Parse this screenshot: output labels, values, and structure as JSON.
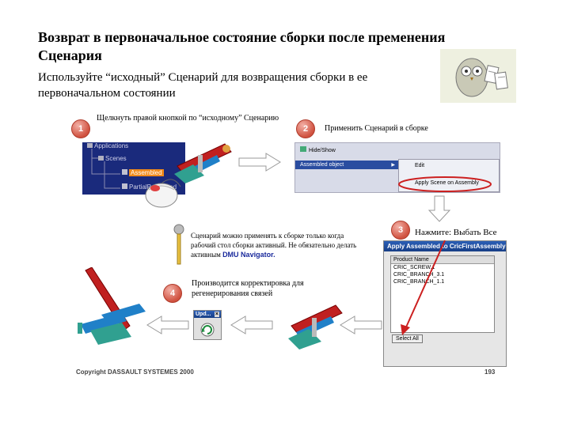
{
  "title": "Возврат в первоначальное состояние сборки после пременения Сценария",
  "subtitle": "Используйте “исходный” Сценарий для возвращения сборки в ее первоначальном состоянии",
  "steps": [
    {
      "number": "1",
      "text": "Щелкнуть правой кнопкой по “исходному” Сценарию"
    },
    {
      "number": "2",
      "text": "Применить Сценарий в сборке"
    },
    {
      "number": "3",
      "text": "Нажмите: Выбать Все"
    },
    {
      "number": "4",
      "text": "Производится корректировка для регенерирования связей"
    }
  ],
  "note": {
    "text": "Сценарий можно применять к сборке только когда рабочий стол сборки активный.  Не обязательно делать активным",
    "highlight": "DMU Navigator."
  },
  "tree": {
    "applications": "Applications",
    "scenes": "Scenes",
    "assembled": "Assembled",
    "partial": "PartialPositioned"
  },
  "context_menu": {
    "hide_show": "Hide/Show",
    "assembled_object": "Assembled object",
    "edit": "Edit",
    "apply_scene": "Apply Scene on Assembly"
  },
  "dialog": {
    "title": "Apply Assembled to CricFirstAssembly",
    "column": "Product Name",
    "rows": [
      "CRIC_SCREW.1",
      "CRIC_BRANCH_3.1",
      "CRIC_BRANCH_1.1"
    ],
    "select_all": "Select All"
  },
  "update_toolbar": {
    "title": "Upd..."
  },
  "footer": {
    "copyright": "Copyright DASSAULT SYSTEMES 2000",
    "page": "193"
  },
  "colors": {
    "step_circle": "#d05240",
    "tree_bg": "#1a2a7c",
    "highlight": "#cc2020",
    "arrow_fill": "#ffffff"
  }
}
